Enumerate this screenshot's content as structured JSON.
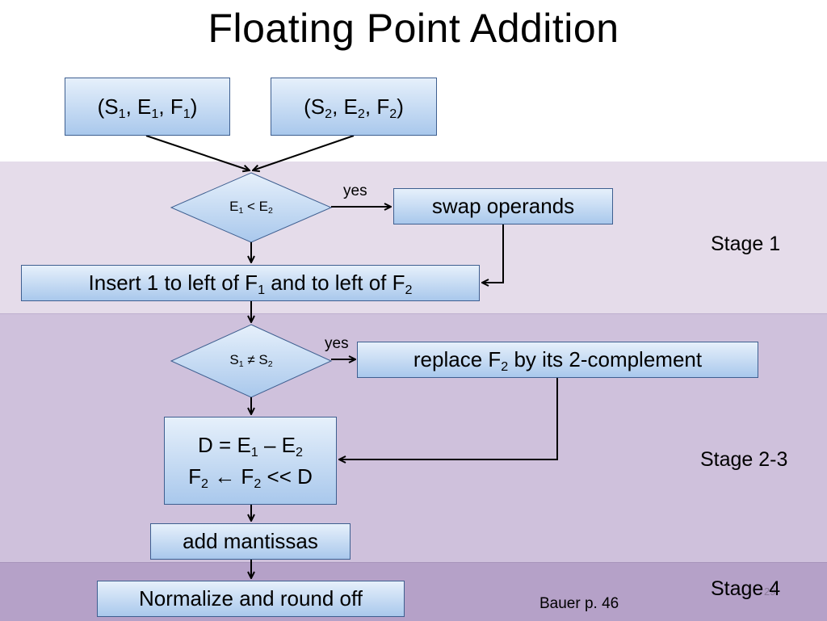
{
  "title": "Floating Point Addition",
  "operands": {
    "first": {
      "prefix": "(S",
      "s_sub": "1",
      "e": ", E",
      "e_sub": "1",
      "f": ", F",
      "f_sub": "1",
      "close": ")"
    },
    "second": {
      "prefix": "(S",
      "s_sub": "2",
      "e": ", E",
      "e_sub": "2",
      "f": ", F",
      "f_sub": "2",
      "close": ")"
    }
  },
  "decision_exponent": {
    "a": "E",
    "a_sub": "1",
    "op": " < E",
    "b_sub": "2"
  },
  "decision_sign": {
    "a": "S",
    "a_sub": "1",
    "op": " ≠ S",
    "b_sub": "2"
  },
  "yes_label": "yes",
  "swap_operands": "swap operands",
  "insert_one": {
    "text": "Insert 1 to left of F",
    "sub1": "1",
    "mid": " and to left of F",
    "sub2": "2"
  },
  "replace": {
    "pre": "replace F",
    "sub": "2",
    "post": " by its 2-complement"
  },
  "diff_box": {
    "line1_a": "D = E",
    "line1_sub_a": "1",
    "line1_b": " – E",
    "line1_sub_b": "2",
    "line2_a": "F",
    "line2_sub_a": "2",
    "line2_b": " ← F",
    "line2_sub_b": "2",
    "line2_c": " << D"
  },
  "add_mantissas": "add mantissas",
  "normalize": "Normalize and round off",
  "stages": {
    "stage1": "Stage 1",
    "stage23": "Stage 2-3",
    "stage4": "Stage 4"
  },
  "reference": "Bauer p. 46",
  "page_number": "29",
  "colors": {
    "stage1_band": "#e5dcea",
    "stage23_band": "#cfc1dc",
    "stage4_band": "#b5a1c8",
    "box_fill": "#a9c8ec",
    "box_border": "#3e5f90"
  }
}
